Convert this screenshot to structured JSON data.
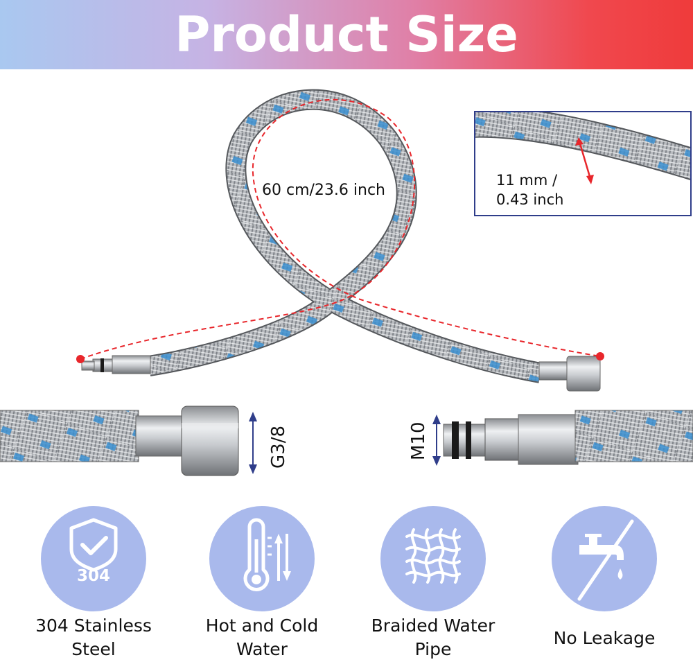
{
  "banner": {
    "title": "Product Size"
  },
  "dimensions": {
    "length": "60 cm/23.6 inch",
    "diameter_line1": "11 mm /",
    "diameter_line2": "0.43 inch",
    "female_thread": "G3/8",
    "male_thread": "M10"
  },
  "features": [
    {
      "icon": "shield-check-icon",
      "badge": "304",
      "line1": "304 Stainless",
      "line2": "Steel"
    },
    {
      "icon": "thermometer-arrows-icon",
      "line1": "Hot and Cold",
      "line2": "Water"
    },
    {
      "icon": "braided-mesh-icon",
      "line1": "Braided Water",
      "line2": "Pipe"
    },
    {
      "icon": "no-leak-faucet-icon",
      "line1": "No Leakage"
    }
  ],
  "colors": {
    "feature_circle": "#a9b9ec",
    "measure_line": "#e8262b",
    "arrow_blue": "#2f3d8a",
    "hose_blue": "#3b8fd0"
  }
}
